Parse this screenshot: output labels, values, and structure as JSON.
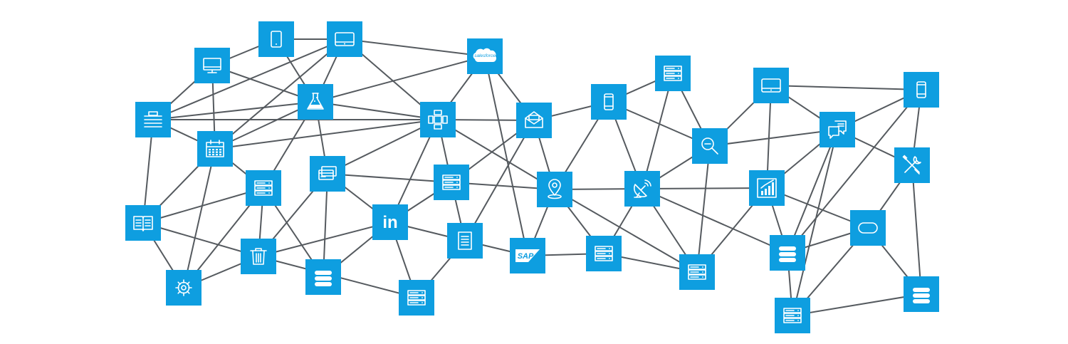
{
  "colors": {
    "tile": "#0e9ee0",
    "edge": "#555a5f",
    "glyph": "#ffffff",
    "background": "#ffffff"
  },
  "logos": {
    "salesforce": "salesforce",
    "linkedin": "in",
    "sap": "SAP"
  },
  "nodes": [
    {
      "id": "n1",
      "icon": "tablet-icon"
    },
    {
      "id": "n2",
      "icon": "tablet-landscape-icon"
    },
    {
      "id": "n3",
      "icon": "monitor-icon"
    },
    {
      "id": "n4",
      "icon": "salesforce-logo-icon"
    },
    {
      "id": "n5",
      "icon": "flask-icon"
    },
    {
      "id": "n6",
      "icon": "toolbox-icon"
    },
    {
      "id": "n7",
      "icon": "network-hub-icon"
    },
    {
      "id": "n8",
      "icon": "email-icon"
    },
    {
      "id": "n9",
      "icon": "mobile-phone-icon"
    },
    {
      "id": "n10",
      "icon": "server-icon"
    },
    {
      "id": "n11",
      "icon": "tablet-landscape-icon"
    },
    {
      "id": "n12",
      "icon": "mobile-phone-icon"
    },
    {
      "id": "n13",
      "icon": "calendar-icon"
    },
    {
      "id": "n14",
      "icon": "search-icon"
    },
    {
      "id": "n15",
      "icon": "chat-icon"
    },
    {
      "id": "n16",
      "icon": "server-icon"
    },
    {
      "id": "n17",
      "icon": "credit-card-icon"
    },
    {
      "id": "n18",
      "icon": "server-icon"
    },
    {
      "id": "n19",
      "icon": "location-pin-icon"
    },
    {
      "id": "n20",
      "icon": "satellite-dish-icon"
    },
    {
      "id": "n21",
      "icon": "bar-chart-icon"
    },
    {
      "id": "n22",
      "icon": "tools-icon"
    },
    {
      "id": "n23",
      "icon": "book-icon"
    },
    {
      "id": "n24",
      "icon": "linkedin-logo-icon"
    },
    {
      "id": "n25",
      "icon": "document-icon"
    },
    {
      "id": "n26",
      "icon": "oracle-logo-icon"
    },
    {
      "id": "n27",
      "icon": "trash-icon"
    },
    {
      "id": "n28",
      "icon": "sap-logo-icon"
    },
    {
      "id": "n29",
      "icon": "server-icon"
    },
    {
      "id": "n30",
      "icon": "database-icon"
    },
    {
      "id": "n31",
      "icon": "server-icon"
    },
    {
      "id": "n32",
      "icon": "database-icon"
    },
    {
      "id": "n33",
      "icon": "gear-icon"
    },
    {
      "id": "n34",
      "icon": "server-icon"
    },
    {
      "id": "n35",
      "icon": "database-icon"
    },
    {
      "id": "n36",
      "icon": "server-icon"
    }
  ],
  "edges": [
    [
      "n1",
      "n2"
    ],
    [
      "n1",
      "n3"
    ],
    [
      "n1",
      "n5"
    ],
    [
      "n2",
      "n4"
    ],
    [
      "n2",
      "n5"
    ],
    [
      "n2",
      "n6"
    ],
    [
      "n2",
      "n7"
    ],
    [
      "n2",
      "n13"
    ],
    [
      "n3",
      "n6"
    ],
    [
      "n3",
      "n13"
    ],
    [
      "n3",
      "n5"
    ],
    [
      "n4",
      "n7"
    ],
    [
      "n4",
      "n8"
    ],
    [
      "n4",
      "n28"
    ],
    [
      "n4",
      "n5"
    ],
    [
      "n6",
      "n5"
    ],
    [
      "n6",
      "n13"
    ],
    [
      "n6",
      "n7"
    ],
    [
      "n6",
      "n23"
    ],
    [
      "n5",
      "n13"
    ],
    [
      "n5",
      "n7"
    ],
    [
      "n5",
      "n16"
    ],
    [
      "n5",
      "n17"
    ],
    [
      "n7",
      "n8"
    ],
    [
      "n7",
      "n13"
    ],
    [
      "n7",
      "n19"
    ],
    [
      "n7",
      "n24"
    ],
    [
      "n7",
      "n18"
    ],
    [
      "n7",
      "n17"
    ],
    [
      "n8",
      "n9"
    ],
    [
      "n8",
      "n19"
    ],
    [
      "n8",
      "n25"
    ],
    [
      "n8",
      "n18"
    ],
    [
      "n9",
      "n10"
    ],
    [
      "n9",
      "n19"
    ],
    [
      "n9",
      "n20"
    ],
    [
      "n9",
      "n14"
    ],
    [
      "n10",
      "n14"
    ],
    [
      "n10",
      "n20"
    ],
    [
      "n11",
      "n14"
    ],
    [
      "n11",
      "n12"
    ],
    [
      "n11",
      "n21"
    ],
    [
      "n11",
      "n15"
    ],
    [
      "n12",
      "n15"
    ],
    [
      "n12",
      "n22"
    ],
    [
      "n12",
      "n30"
    ],
    [
      "n13",
      "n16"
    ],
    [
      "n13",
      "n23"
    ],
    [
      "n13",
      "n33"
    ],
    [
      "n14",
      "n15"
    ],
    [
      "n14",
      "n20"
    ],
    [
      "n14",
      "n34"
    ],
    [
      "n15",
      "n21"
    ],
    [
      "n15",
      "n22"
    ],
    [
      "n15",
      "n30"
    ],
    [
      "n15",
      "n36"
    ],
    [
      "n16",
      "n23"
    ],
    [
      "n16",
      "n27"
    ],
    [
      "n16",
      "n33"
    ],
    [
      "n16",
      "n32"
    ],
    [
      "n17",
      "n18"
    ],
    [
      "n17",
      "n24"
    ],
    [
      "n17",
      "n27"
    ],
    [
      "n17",
      "n32"
    ],
    [
      "n18",
      "n19"
    ],
    [
      "n18",
      "n25"
    ],
    [
      "n18",
      "n24"
    ],
    [
      "n19",
      "n20"
    ],
    [
      "n19",
      "n28"
    ],
    [
      "n19",
      "n29"
    ],
    [
      "n19",
      "n34"
    ],
    [
      "n20",
      "n21"
    ],
    [
      "n20",
      "n34"
    ],
    [
      "n20",
      "n29"
    ],
    [
      "n20",
      "n30"
    ],
    [
      "n21",
      "n34"
    ],
    [
      "n21",
      "n30"
    ],
    [
      "n21",
      "n26"
    ],
    [
      "n22",
      "n26"
    ],
    [
      "n22",
      "n35"
    ],
    [
      "n23",
      "n27"
    ],
    [
      "n23",
      "n33"
    ],
    [
      "n24",
      "n27"
    ],
    [
      "n24",
      "n31"
    ],
    [
      "n24",
      "n25"
    ],
    [
      "n24",
      "n32"
    ],
    [
      "n25",
      "n31"
    ],
    [
      "n25",
      "n28"
    ],
    [
      "n26",
      "n30"
    ],
    [
      "n26",
      "n35"
    ],
    [
      "n26",
      "n36"
    ],
    [
      "n27",
      "n31"
    ],
    [
      "n27",
      "n33"
    ],
    [
      "n28",
      "n29"
    ],
    [
      "n29",
      "n34"
    ],
    [
      "n30",
      "n36"
    ],
    [
      "n35",
      "n36"
    ]
  ]
}
